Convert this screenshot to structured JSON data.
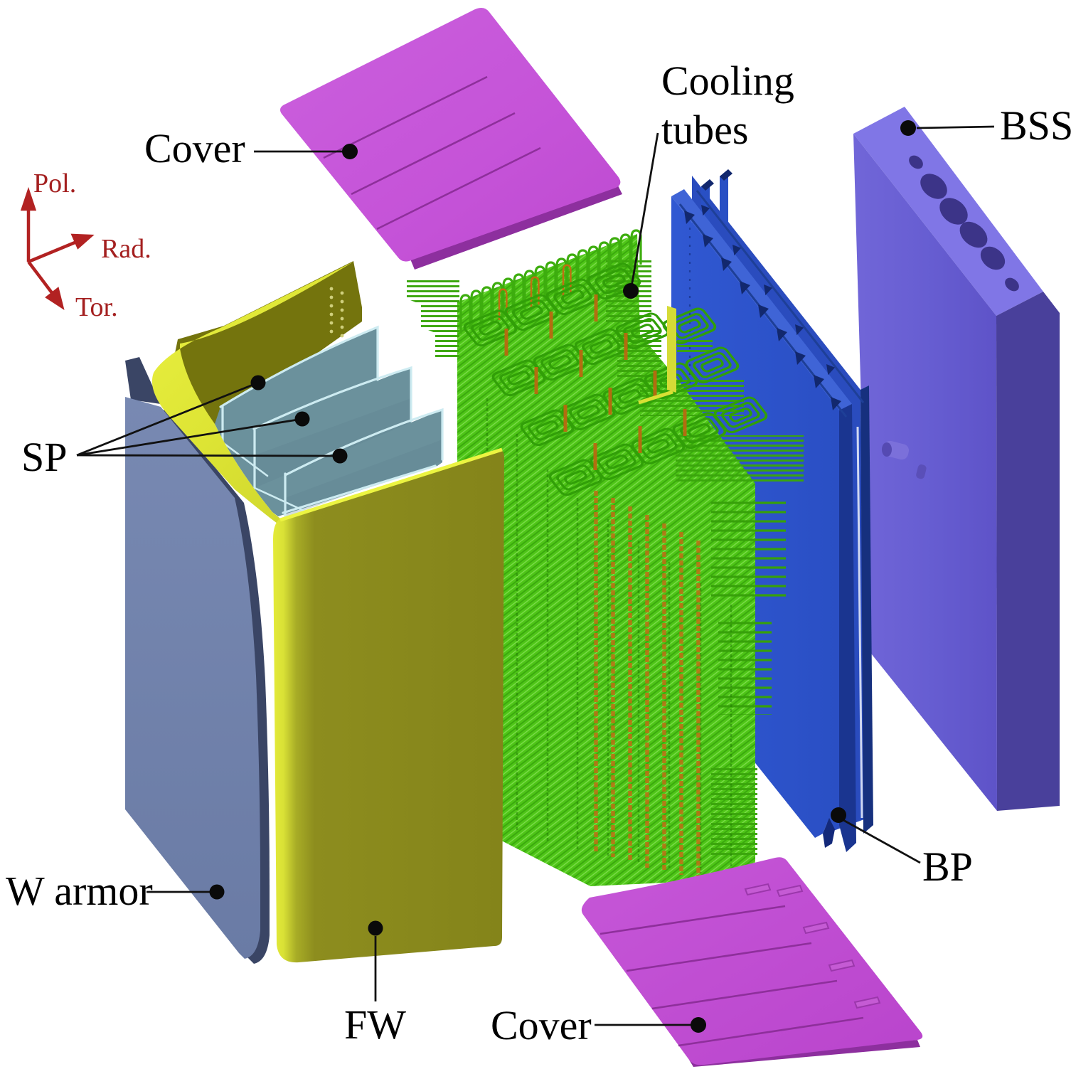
{
  "figure": {
    "type": "exploded-3d-cad-diagram",
    "background": "#ffffff",
    "labels": {
      "cover_top": "Cover",
      "cooling_tubes_line1": "Cooling",
      "cooling_tubes_line2": "tubes",
      "bss": "BSS",
      "sp": "SP",
      "w_armor": "W armor",
      "fw": "FW",
      "cover_bottom": "Cover",
      "bp": "BP"
    },
    "axes_indicator": {
      "pol": "Pol.",
      "rad": "Rad.",
      "tor": "Tor.",
      "color": "#b22222"
    },
    "colors": {
      "cover_magenta": "#c554d8",
      "cover_edge": "#93349f",
      "armor_gray": "#7687b0",
      "armor_edge_navy": "#3a4565",
      "fw_yellow": "#dfe634",
      "fw_olive": "#8a8a1c",
      "sp_teal": "#6b919c",
      "sp_edge_light": "#cdebf1",
      "tubes_green": "#4cc615",
      "tubes_orange": "#c0701a",
      "bp_blue": "#2e55cd",
      "bp_dark": "#16307e",
      "bss_purple": "#675ed2",
      "bss_top": "#8076e6",
      "bss_side": "#49409b",
      "label_color": "#000000"
    }
  }
}
